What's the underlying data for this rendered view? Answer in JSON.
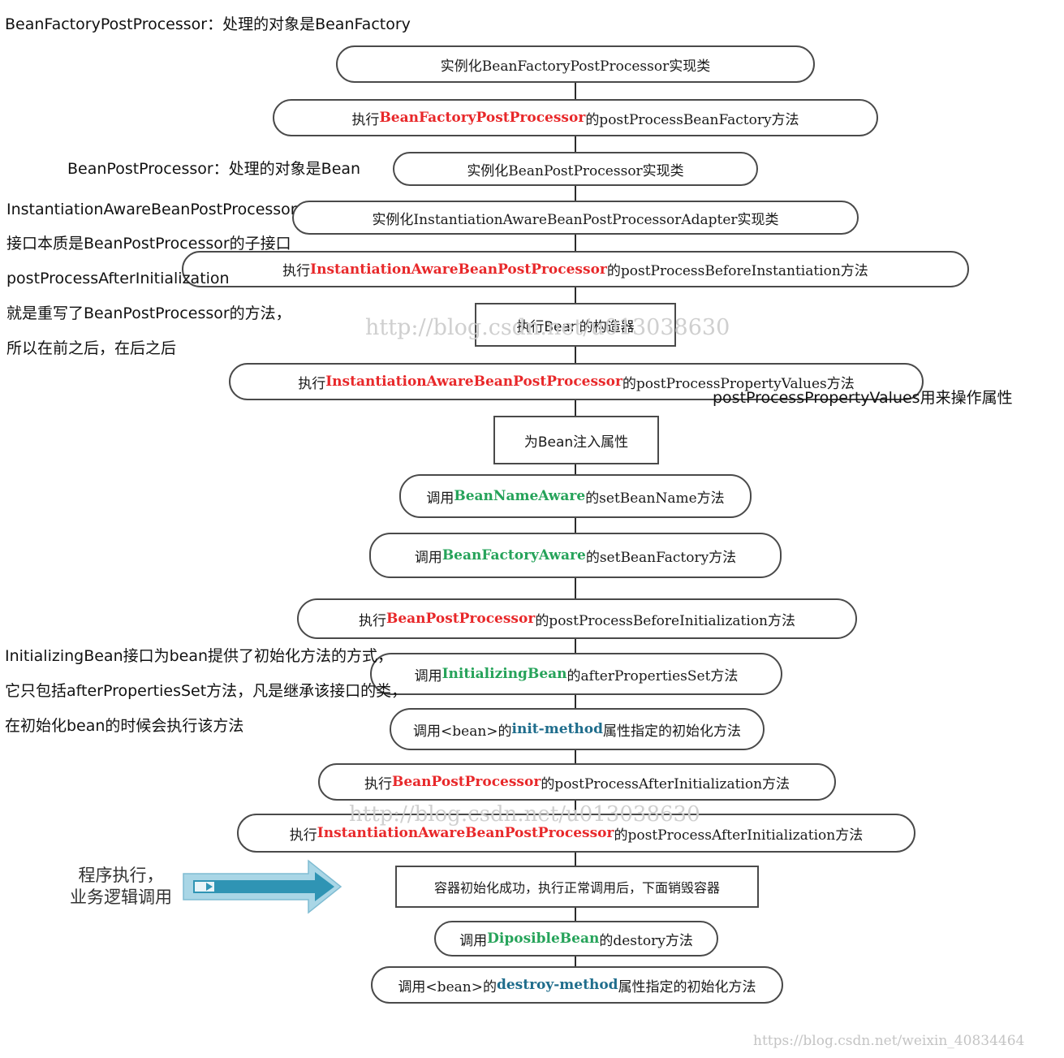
{
  "title": "BeanFactoryPostProcessor：处理的对象是BeanFactory",
  "steps": [
    {
      "pre": "实例化BeanFactoryPostProcessor实现类",
      "highlight": "",
      "post": ""
    },
    {
      "pre": "执行",
      "highlight": "BeanFactoryPostProcessor",
      "post": "的postProcessBeanFactory方法"
    },
    {
      "pre": "实例化BeanPostProcessor实现类",
      "highlight": "",
      "post": ""
    },
    {
      "pre": "实例化InstantiationAwareBeanPostProcessorAdapter实现类",
      "highlight": "",
      "post": ""
    },
    {
      "pre": "执行",
      "highlight": "InstantiationAwareBeanPostProcessor",
      "post": "的postProcessBeforeInstantiation方法"
    },
    {
      "pre": "执行Bean的构造器",
      "highlight": "",
      "post": ""
    },
    {
      "pre": "执行",
      "highlight": "InstantiationAwareBeanPostProcessor",
      "post": "的postProcessPropertyValues方法"
    },
    {
      "pre": "为Bean注入属性",
      "highlight": "",
      "post": ""
    },
    {
      "pre": "调用",
      "highlight": "BeanNameAware",
      "post": "的setBeanName方法"
    },
    {
      "pre": "调用",
      "highlight": "BeanFactoryAware",
      "post": "的setBeanFactory方法"
    },
    {
      "pre": "执行",
      "highlight": "BeanPostProcessor",
      "post": "的postProcessBeforeInitialization方法"
    },
    {
      "pre": "调用",
      "highlight": "InitializingBean",
      "post": "的afterPropertiesSet方法"
    },
    {
      "pre": "调用<bean>的",
      "highlight": "init-method",
      "post": "属性指定的初始化方法"
    },
    {
      "pre": "执行",
      "highlight": "BeanPostProcessor",
      "post": "的postProcessAfterInitialization方法"
    },
    {
      "pre": "执行",
      "highlight": "InstantiationAwareBeanPostProcessor",
      "post": "的postProcessAfterInitialization方法"
    },
    {
      "pre": "容器初始化成功，执行正常调用后，下面销毁容器",
      "highlight": "",
      "post": ""
    },
    {
      "pre": "调用",
      "highlight": "DiposibleBean",
      "post": "的destory方法"
    },
    {
      "pre": "调用<bean>的",
      "highlight": "destroy-method",
      "post": "属性指定的初始化方法"
    }
  ],
  "notes": {
    "bean_post_processor": "BeanPostProcessor：处理的对象是Bean",
    "instantiation_aware": [
      "InstantiationAwareBeanPostProcessor",
      "接口本质是BeanPostProcessor的子接口",
      "postProcessAfterInitialization",
      "就是重写了BeanPostProcessor的方法，",
      "所以在前之后，在后之后"
    ],
    "property_values": "postProcessPropertyValues用来操作属性",
    "initializing_bean": [
      "InitializingBean接口为bean提供了初始化方法的方式，",
      "它只包括afterPropertiesSet方法，凡是继承该接口的类，",
      "在初始化bean的时候会执行该方法"
    ],
    "business": [
      "程序执行，",
      "业务逻辑调用"
    ]
  },
  "watermarks": [
    "http://blog.csdn.net/u013038630",
    "http://blog.csdn.net/u013038630",
    "https://blog.csdn.net/weixin_40834464"
  ],
  "colors": {
    "red": "#e8282a",
    "green": "#26a35a",
    "blue": "#1f6d8c",
    "arrow_fill": "#2f94b4",
    "arrow_light": "#a9d6e6"
  }
}
